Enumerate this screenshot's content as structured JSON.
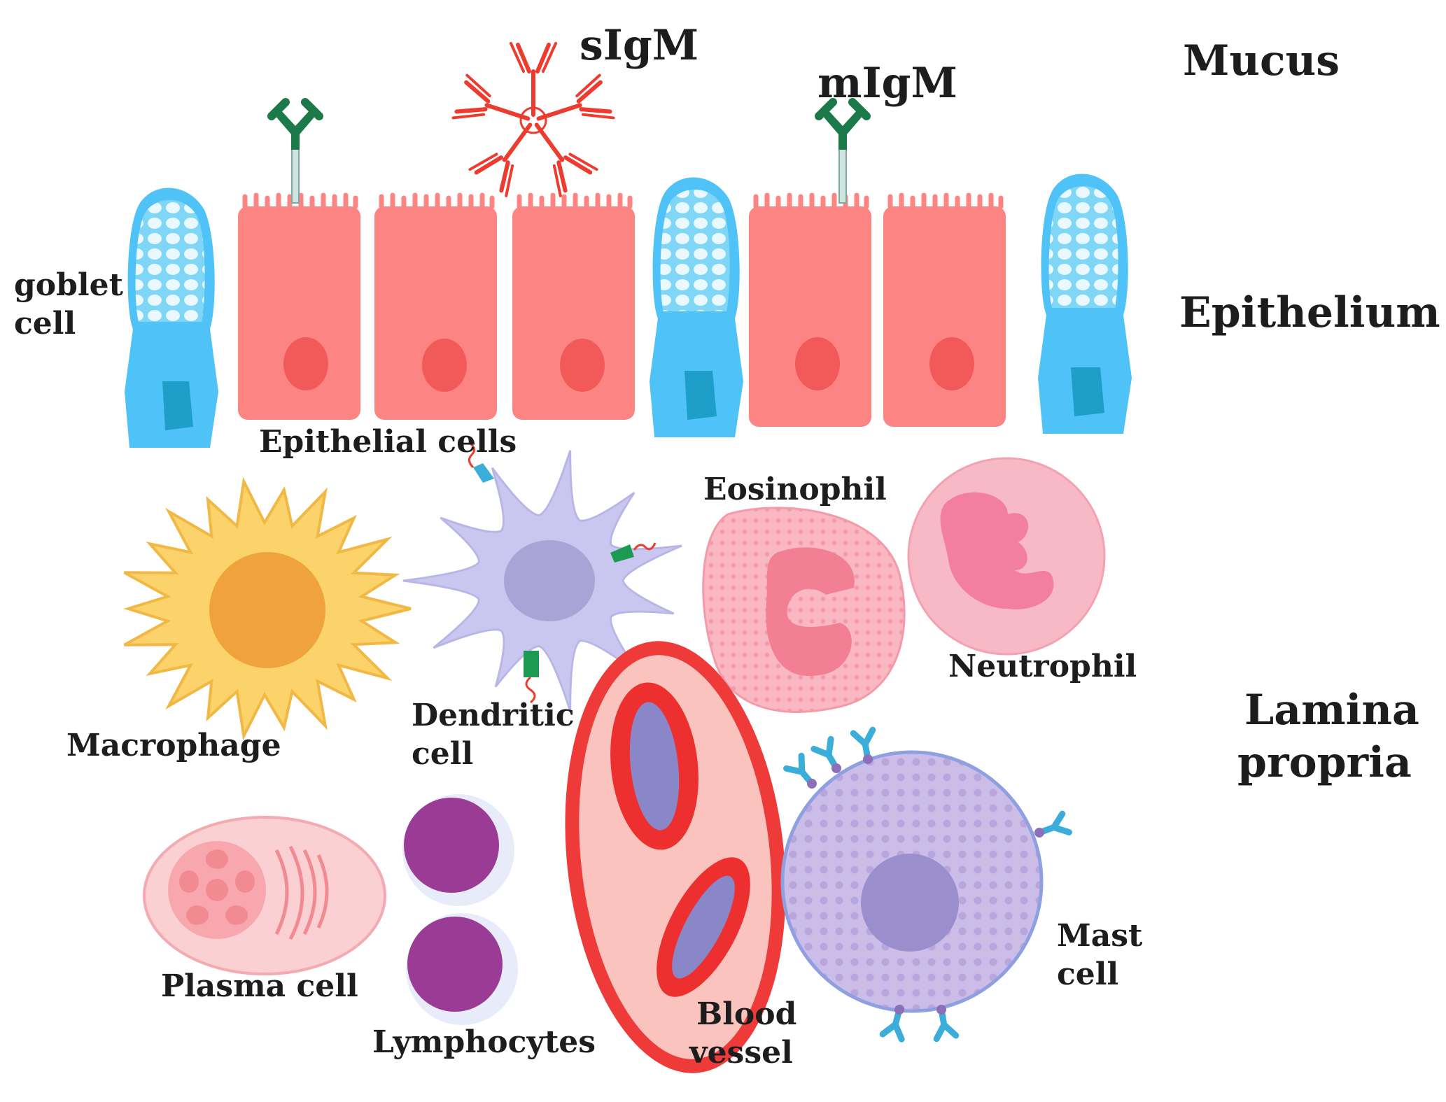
{
  "zones": {
    "mucus": "Mucus",
    "epithelium": "Epithelium",
    "lamina_propria_line1": "Lamina",
    "lamina_propria_line2": "propria"
  },
  "antibodies": {
    "secreted": "sIgM",
    "membrane": "mIgM"
  },
  "cells": {
    "goblet_line1": "goblet",
    "goblet_line2": "cell",
    "epithelial": "Epithelial cells",
    "macrophage": "Macrophage",
    "dendritic_line1": "Dendritic",
    "dendritic_line2": "cell",
    "eosinophil": "Eosinophil",
    "neutrophil": "Neutrophil",
    "plasma": "Plasma cell",
    "lymphocytes": "Lymphocytes",
    "blood_vessel_line1": "Blood",
    "blood_vessel_line2": "vessel",
    "mast_line1": "Mast",
    "mast_line2": "cell"
  },
  "colors": {
    "epithelial_cell": "#fc8583",
    "epithelial_nucleus": "#f25a5a",
    "goblet_cell": "#4fc3f7",
    "goblet_nucleus": "#1e9fc9",
    "antibody_membrane": "#1c7a4a",
    "antibody_secreted": "#ee3b2f",
    "macrophage": "#fbd36a",
    "macrophage_nucleus": "#f0a23c",
    "dendritic": "#c9c7ef",
    "dendritic_nucleus": "#a9a3d6",
    "eosinophil": "#f8b4bf",
    "neutrophil": "#f8b9c6",
    "plasma_cell": "#fbd0d2",
    "lymphocyte": "#9a3b96",
    "blood_vessel": "#ef3a3a",
    "mast_cell": "#c9b9e6",
    "mast_receptor": "#3aaed8"
  }
}
